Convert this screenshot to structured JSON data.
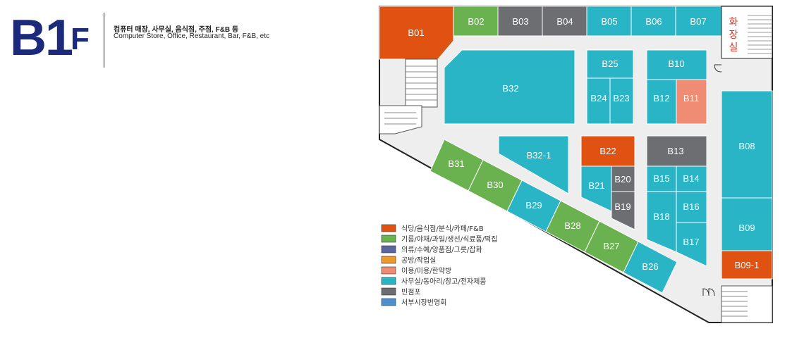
{
  "header": {
    "floor_main": "B1",
    "floor_suffix": "F",
    "subtitle_ko": "컴퓨터 매장, 사무실, 음식점, 주점, F&B 등",
    "subtitle_en": "Computer Store, Office, Restaurant, Bar, F&B, etc"
  },
  "colors": {
    "food": "#e05212",
    "flower": "#6ab24f",
    "clothing": "#5b669f",
    "workshop": "#f0992b",
    "beauty": "#f08b74",
    "office": "#29b5c6",
    "vacant": "#6d6e71",
    "hall": "#4d90d0"
  },
  "restroom": {
    "label": [
      "화",
      "장",
      "실"
    ]
  },
  "units": {
    "B01": "B01",
    "B02": "B02",
    "B03": "B03",
    "B04": "B04",
    "B05": "B05",
    "B06": "B06",
    "B07": "B07",
    "B08": "B08",
    "B09": "B09",
    "B09_1": "B09-1",
    "B10": "B10",
    "B11": "B11",
    "B12": "B12",
    "B13": "B13",
    "B14": "B14",
    "B15": "B15",
    "B16": "B16",
    "B17": "B17",
    "B18": "B18",
    "B19": "B19",
    "B20": "B20",
    "B21": "B21",
    "B22": "B22",
    "B23": "B23",
    "B24": "B24",
    "B25": "B25",
    "B26": "B26",
    "B27": "B27",
    "B28": "B28",
    "B29": "B29",
    "B30": "B30",
    "B31": "B31",
    "B32": "B32",
    "B32_1": "B32-1"
  },
  "legend": [
    {
      "label": "식당/음식점/분식/카페/F&B",
      "color": "#e05212"
    },
    {
      "label": "기름/야채/과일/생선/식료품/떡집",
      "color": "#6ab24f"
    },
    {
      "label": "의류/수예/양품점/그릇/잡화",
      "color": "#5b669f"
    },
    {
      "label": "공방/작업실",
      "color": "#f0992b"
    },
    {
      "label": "이용/미용/한약방",
      "color": "#f08b74"
    },
    {
      "label": "사무실/동아리/창고/전자제품",
      "color": "#29b5c6"
    },
    {
      "label": "빈점포",
      "color": "#6d6e71"
    },
    {
      "label": "서부시장번영회",
      "color": "#4d90d0"
    }
  ]
}
